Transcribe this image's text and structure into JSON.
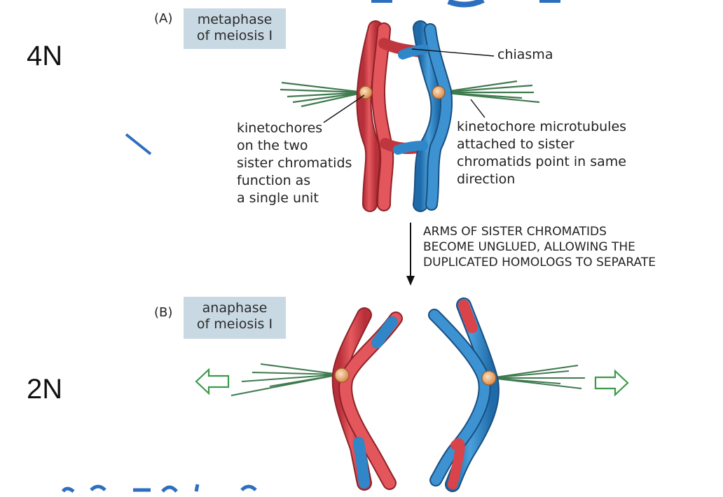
{
  "ploidy": {
    "top": "4N",
    "bottom": "2N"
  },
  "panel_a": {
    "letter": "(A)",
    "stage_lines": [
      "metaphase",
      "of meiosis I"
    ],
    "chiasma_label": "chiasma",
    "kinetochores_lines": [
      "kinetochores",
      "on the two",
      "sister chromatids",
      "function as",
      "a single unit"
    ],
    "microtubules_lines": [
      "kinetochore microtubules",
      "attached to sister",
      "chromatids point in same",
      "direction"
    ]
  },
  "transition": {
    "lines": [
      "ARMS OF SISTER CHROMATIDS",
      "BECOME UNGLUED, ALLOWING THE",
      "DUPLICATED HOMOLOGS TO SEPARATE"
    ]
  },
  "panel_b": {
    "letter": "(B)",
    "stage_lines": [
      "anaphase",
      "of meiosis I"
    ]
  },
  "colors": {
    "maternal": "#d9434a",
    "paternal": "#2f86c8",
    "kinetochore": "#f0b27a",
    "microtubule": "#3f7a4f",
    "arrow_outline": "#3c9a4a",
    "label_box": "#c9d9e3",
    "slide_accent": "#2d6fbf"
  },
  "icons": {
    "left_arrow": "hollow-arrow-left-icon",
    "right_arrow": "hollow-arrow-right-icon"
  }
}
